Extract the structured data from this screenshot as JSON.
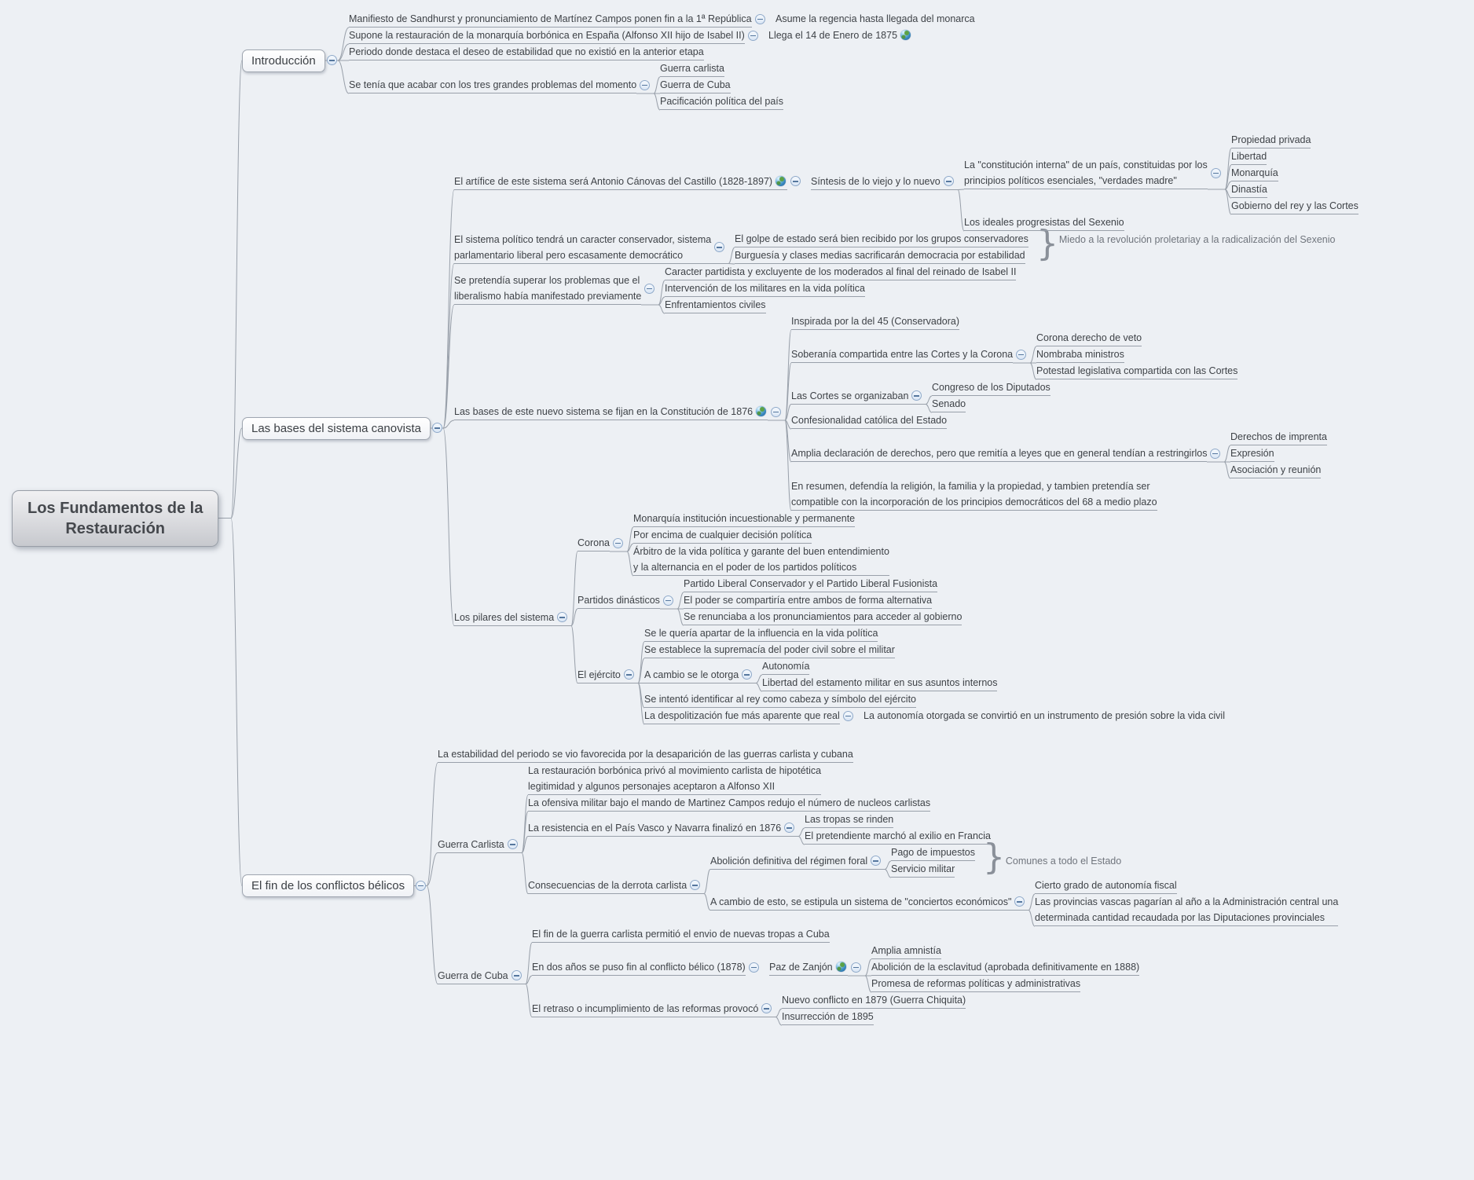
{
  "mindmap": {
    "style": {
      "background": "#edf0f4",
      "line_color": "#99a0aa",
      "text_color": "#3e4247",
      "brace_color": "#8a9099",
      "brace_glyph": "}",
      "collapse_icon": "minus-circle",
      "hyperlink_icon": "globe"
    },
    "root": {
      "lines": [
        "Los Fundamentos de la",
        "Restauración"
      ],
      "children": [
        {
          "lines": [
            "Introducción"
          ],
          "children": [
            {
              "lines": [
                "Manifiesto de Sandhurst y pronunciamiento de Martínez Campos ponen fin a la 1ª República"
              ],
              "children": [
                {
                  "lines": [
                    "Asume la regencia hasta llegada del monarca"
                  ]
                }
              ]
            },
            {
              "lines": [
                "Supone la restauración de la monarquía borbónica en España (Alfonso XII hijo de Isabel II)"
              ],
              "children": [
                {
                  "lines": [
                    "Llega el 14 de Enero de 1875"
                  ],
                  "globe": true
                }
              ]
            },
            {
              "lines": [
                "Periodo donde destaca el deseo de estabilidad que no existió en la anterior etapa"
              ]
            },
            {
              "lines": [
                "Se tenía que acabar con los tres grandes problemas del momento"
              ],
              "children": [
                {
                  "lines": [
                    "Guerra carlista"
                  ]
                },
                {
                  "lines": [
                    "Guerra de Cuba"
                  ]
                },
                {
                  "lines": [
                    "Pacificación política del país"
                  ]
                }
              ]
            }
          ]
        },
        {
          "lines": [
            "Las bases del sistema canovista"
          ],
          "children": [
            {
              "lines": [
                "El artífice de este sistema será Antonio Cánovas del Castillo (1828-1897)"
              ],
              "globe": true,
              "children": [
                {
                  "lines": [
                    "Síntesis de lo viejo y lo nuevo"
                  ],
                  "children": [
                    {
                      "lines": [
                        "La \"constitución interna\" de un país, constituidas por los",
                        "principios políticos esenciales, \"verdades madre\""
                      ],
                      "children": [
                        {
                          "lines": [
                            "Propiedad privada"
                          ]
                        },
                        {
                          "lines": [
                            "Libertad"
                          ]
                        },
                        {
                          "lines": [
                            "Monarquía"
                          ]
                        },
                        {
                          "lines": [
                            "Dinastía"
                          ]
                        },
                        {
                          "lines": [
                            "Gobierno del rey y las Cortes"
                          ]
                        }
                      ]
                    },
                    {
                      "lines": [
                        "Los ideales progresistas del Sexenio"
                      ]
                    }
                  ]
                }
              ]
            },
            {
              "lines": [
                "El sistema político tendrá un caracter conservador, sistema",
                "parlamentario liberal pero escasamente democrático"
              ],
              "brace": {
                "label_lines": [
                  "Miedo a la revolución proletaria",
                  "y a la radicalización del Sexenio"
                ]
              },
              "children": [
                {
                  "lines": [
                    "El golpe de estado será bien recibido por los grupos conservadores"
                  ]
                },
                {
                  "lines": [
                    "Burguesía y clases medias sacrificarán democracia por estabilidad"
                  ]
                }
              ]
            },
            {
              "lines": [
                "Se pretendía superar los problemas que el",
                "liberalismo había manifestado previamente"
              ],
              "children": [
                {
                  "lines": [
                    "Caracter partidista y excluyente de los moderados al final del reinado de Isabel II"
                  ]
                },
                {
                  "lines": [
                    "Intervención de los militares en la vida política"
                  ]
                },
                {
                  "lines": [
                    "Enfrentamientos civiles"
                  ]
                }
              ]
            },
            {
              "lines": [
                "Las bases de este nuevo sistema se fijan en la Constitución de 1876"
              ],
              "globe": true,
              "children": [
                {
                  "lines": [
                    "Inspirada por la del 45 (Conservadora)"
                  ]
                },
                {
                  "lines": [
                    "Soberanía compartida entre las Cortes y la Corona"
                  ],
                  "children": [
                    {
                      "lines": [
                        "Corona derecho de veto"
                      ]
                    },
                    {
                      "lines": [
                        "Nombraba ministros"
                      ]
                    },
                    {
                      "lines": [
                        "Potestad legislativa compartida con las Cortes"
                      ]
                    }
                  ]
                },
                {
                  "lines": [
                    "Las Cortes se organizaban"
                  ],
                  "children": [
                    {
                      "lines": [
                        "Congreso de los Diputados"
                      ]
                    },
                    {
                      "lines": [
                        "Senado"
                      ]
                    }
                  ]
                },
                {
                  "lines": [
                    "Confesionalidad católica del Estado"
                  ]
                },
                {
                  "lines": [
                    "Amplia declaración de derechos, pero que remitía a leyes que en general tendían a restringirlos"
                  ],
                  "children": [
                    {
                      "lines": [
                        "Derechos de imprenta"
                      ]
                    },
                    {
                      "lines": [
                        "Expresión"
                      ]
                    },
                    {
                      "lines": [
                        "Asociación y reunión"
                      ]
                    }
                  ]
                },
                {
                  "lines": [
                    "En resumen, defendía la religión, la familia y la propiedad, y tambien pretendía ser",
                    "compatible con la incorporación de los principios democráticos del 68 a medio plazo"
                  ]
                }
              ]
            },
            {
              "lines": [
                "Los pilares del sistema"
              ],
              "children": [
                {
                  "lines": [
                    "Corona"
                  ],
                  "children": [
                    {
                      "lines": [
                        "Monarquía institución incuestionable y permanente"
                      ]
                    },
                    {
                      "lines": [
                        "Por encima de cualquier decisión política"
                      ]
                    },
                    {
                      "lines": [
                        "Árbitro de la vida política y garante del buen entendimiento",
                        "y la alternancia en el poder de los partidos políticos"
                      ]
                    }
                  ]
                },
                {
                  "lines": [
                    "Partidos dinásticos"
                  ],
                  "children": [
                    {
                      "lines": [
                        "Partido Liberal Conservador y el Partido Liberal Fusionista"
                      ]
                    },
                    {
                      "lines": [
                        "El poder se compartiría entre ambos de forma alternativa"
                      ]
                    },
                    {
                      "lines": [
                        "Se renunciaba a los pronunciamientos para acceder al gobierno"
                      ]
                    }
                  ]
                },
                {
                  "lines": [
                    "El ejército"
                  ],
                  "children": [
                    {
                      "lines": [
                        "Se le quería apartar de la influencia en la vida política"
                      ]
                    },
                    {
                      "lines": [
                        "Se establece la supremacía del poder civil sobre el militar"
                      ]
                    },
                    {
                      "lines": [
                        "A cambio se le otorga"
                      ],
                      "children": [
                        {
                          "lines": [
                            "Autonomía"
                          ]
                        },
                        {
                          "lines": [
                            "Libertad del estamento militar en sus asuntos internos"
                          ]
                        }
                      ]
                    },
                    {
                      "lines": [
                        "Se intentó identificar al rey como cabeza y símbolo del ejército"
                      ]
                    },
                    {
                      "lines": [
                        "La despolitización fue más aparente que real"
                      ],
                      "children": [
                        {
                          "lines": [
                            "La autonomía otorgada se convirtió en un instrumento de presión sobre la vida civil"
                          ]
                        }
                      ]
                    }
                  ]
                }
              ]
            }
          ]
        },
        {
          "lines": [
            "El fin de los conflictos bélicos"
          ],
          "children": [
            {
              "lines": [
                "La estabilidad del periodo se vio favorecida por la desaparición de las guerras carlista y cubana"
              ]
            },
            {
              "lines": [
                "Guerra Carlista"
              ],
              "children": [
                {
                  "lines": [
                    "La restauración borbónica privó al movimiento carlista de hipotética",
                    "legitimidad y algunos personajes aceptaron a Alfonso XII"
                  ]
                },
                {
                  "lines": [
                    "La ofensiva militar bajo el mando de Martinez Campos redujo el número de nucleos carlistas"
                  ]
                },
                {
                  "lines": [
                    "La resistencia en el País Vasco y Navarra finalizó en 1876"
                  ],
                  "children": [
                    {
                      "lines": [
                        "Las tropas se rinden"
                      ]
                    },
                    {
                      "lines": [
                        "El pretendiente marchó al exilio en Francia"
                      ]
                    }
                  ]
                },
                {
                  "lines": [
                    "Consecuencias de la derrota carlista"
                  ],
                  "children": [
                    {
                      "lines": [
                        "Abolición definitiva del régimen foral"
                      ],
                      "brace": {
                        "label_lines": [
                          "Comunes a todo el Estado"
                        ]
                      },
                      "children": [
                        {
                          "lines": [
                            "Pago de impuestos"
                          ]
                        },
                        {
                          "lines": [
                            "Servicio militar"
                          ]
                        }
                      ]
                    },
                    {
                      "lines": [
                        "A cambio de esto, se estipula un sistema de \"conciertos económicos\""
                      ],
                      "children": [
                        {
                          "lines": [
                            "Cierto grado de autonomía fiscal"
                          ]
                        },
                        {
                          "lines": [
                            "Las provincias vascas pagarían al año a la Administración central una",
                            "determinada cantidad recaudada por las Diputaciones provinciales"
                          ]
                        }
                      ]
                    }
                  ]
                }
              ]
            },
            {
              "lines": [
                "Guerra de Cuba"
              ],
              "children": [
                {
                  "lines": [
                    "El fin de la guerra carlista permitió el envio de nuevas tropas a Cuba"
                  ]
                },
                {
                  "lines": [
                    "En dos años se puso fin al conflicto bélico (1878)"
                  ],
                  "children": [
                    {
                      "lines": [
                        "Paz de Zanjón"
                      ],
                      "globe": true,
                      "children": [
                        {
                          "lines": [
                            "Amplia amnistía"
                          ]
                        },
                        {
                          "lines": [
                            "Abolición de la esclavitud (aprobada definitivamente en 1888)"
                          ]
                        },
                        {
                          "lines": [
                            "Promesa de reformas políticas y administrativas"
                          ]
                        }
                      ]
                    }
                  ]
                },
                {
                  "lines": [
                    "El retraso o incumplimiento de las reformas provocó"
                  ],
                  "children": [
                    {
                      "lines": [
                        "Nuevo conflicto en 1879 (Guerra Chiquita)"
                      ]
                    },
                    {
                      "lines": [
                        "Insurrección de 1895"
                      ]
                    }
                  ]
                }
              ]
            }
          ]
        }
      ]
    }
  }
}
